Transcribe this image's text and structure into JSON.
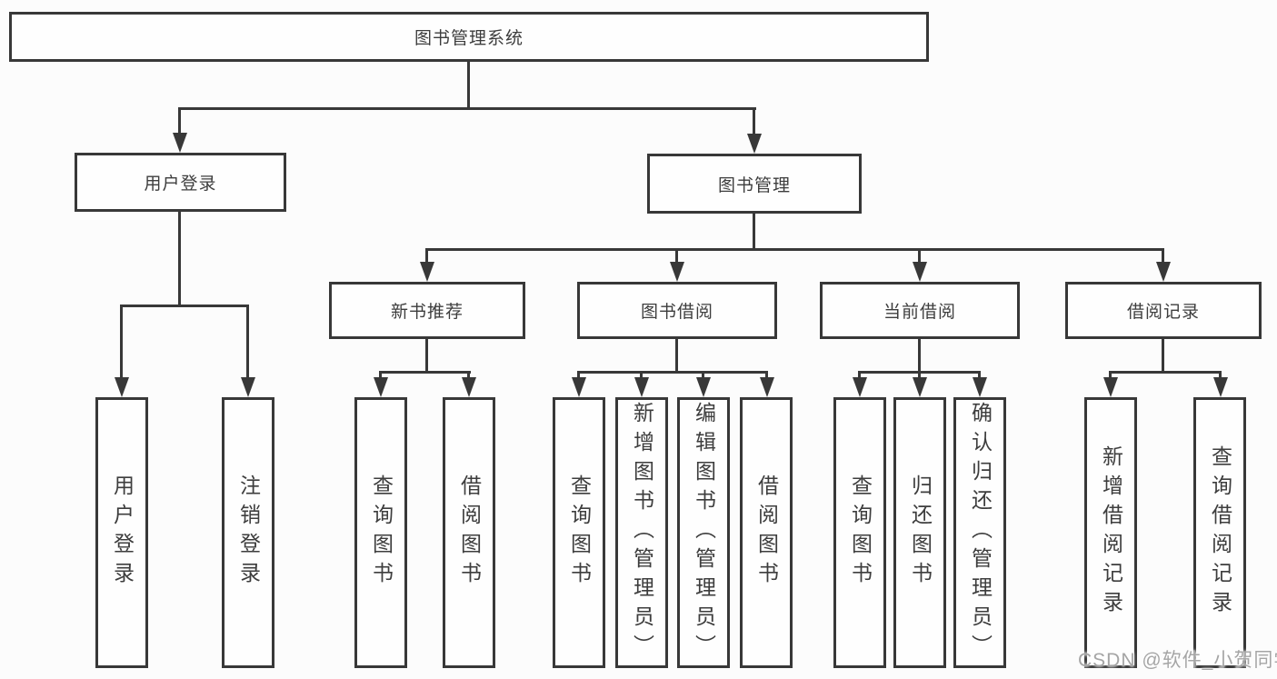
{
  "diagram": {
    "root": "图书管理系统",
    "level2": [
      "用户登录",
      "图书管理"
    ],
    "level3": [
      "新书推荐",
      "图书借阅",
      "当前借阅",
      "借阅记录"
    ],
    "group1": [
      "用户登录",
      "注销登录"
    ],
    "group2": [
      "查询图书",
      "借阅图书"
    ],
    "group3": [
      "查询图书",
      "新增图书（管理员）",
      "编辑图书（管理员）",
      "借阅图书"
    ],
    "group4": [
      "查询图书",
      "归还图书",
      "确认归还（管理员）"
    ],
    "group5": [
      "新增借阅记录",
      "查询借阅记录"
    ]
  },
  "watermark": "CSDN @软件_小贺同学",
  "colors": {
    "line": "#383838",
    "text": "#3d3d3d",
    "background": "#fcfcfc",
    "watermark": "#a5a5a5"
  }
}
